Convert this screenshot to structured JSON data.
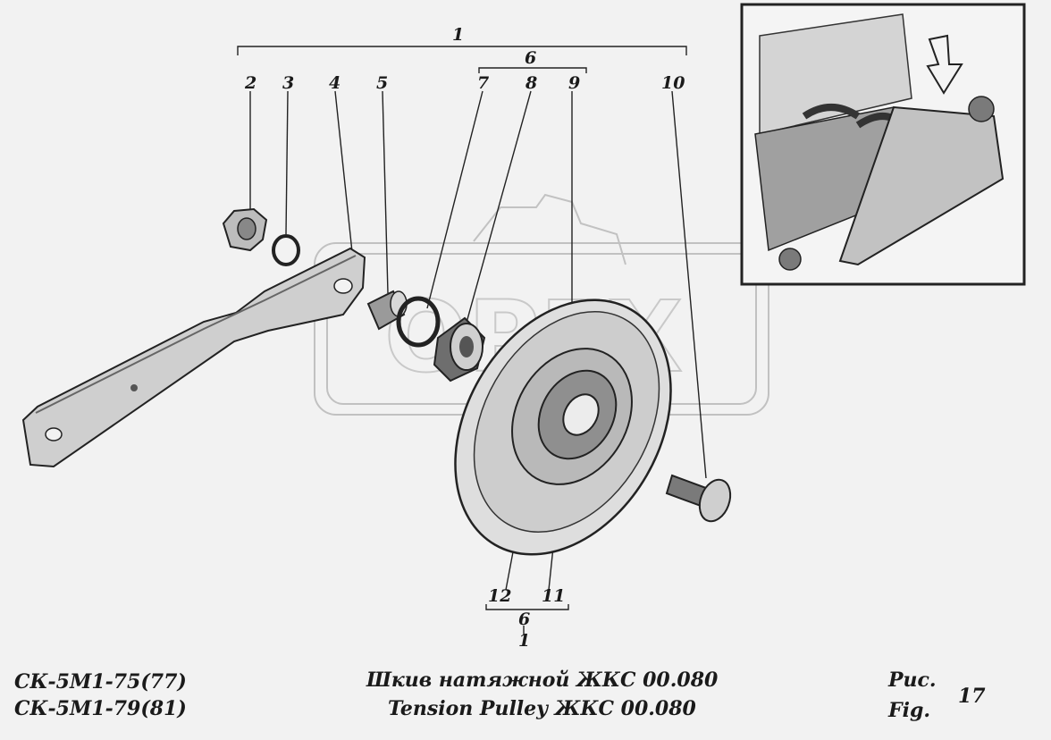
{
  "callouts": {
    "n1": "1",
    "n2": "2",
    "n3": "3",
    "n4": "4",
    "n5": "5",
    "n6": "6",
    "n7": "7",
    "n8": "8",
    "n9": "9",
    "n10": "10",
    "n11": "11",
    "n12": "12",
    "n6b": "6",
    "n1b": "1"
  },
  "watermark": "OPEX",
  "footer": {
    "model_line1": "СК-5М1-75(77)",
    "model_line2": "СК-5М1-79(81)",
    "title_ru": "Шкив натяжной  ЖКС 00.080",
    "title_en": "Tension Pulley  ЖКС 00.080",
    "fig_ru": "Рис.",
    "fig_en": "Fig.",
    "fig_number": "17"
  }
}
